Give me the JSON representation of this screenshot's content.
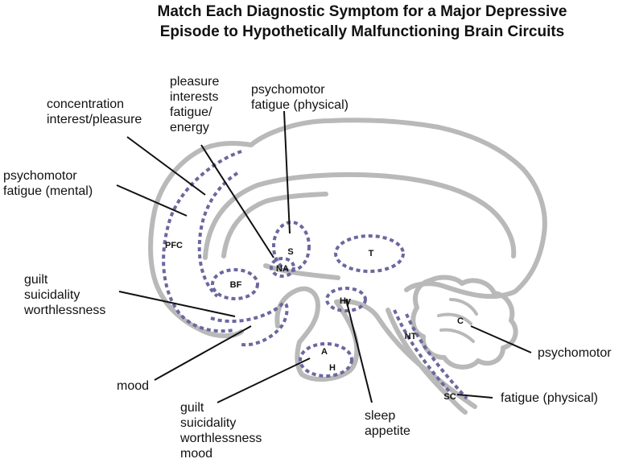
{
  "title_lines": [
    "Match Each Diagnostic Symptom for a Major Depressive",
    "Episode to Hypothetically Malfunctioning Brain Circuits"
  ],
  "regions": {
    "pfc": "PFC",
    "s": "S",
    "na": "NA",
    "t": "T",
    "bf": "BF",
    "hy": "Hy",
    "a": "A",
    "h": "H",
    "nt": "NT",
    "c": "C",
    "sc": "SC"
  },
  "labels": {
    "pleasure_top": [
      "pleasure",
      "interests",
      "fatigue/",
      "energy"
    ],
    "psychomotor_top": [
      "psychomotor",
      "fatigue (physical)"
    ],
    "concentration": [
      "concentration",
      "interest/pleasure"
    ],
    "psychomotor_left": [
      "psychomotor",
      "fatigue (mental)"
    ],
    "guilt_left": [
      "guilt",
      "suicidality",
      "worthlessness"
    ],
    "mood_left": [
      "mood"
    ],
    "guilt_bottom": [
      "guilt",
      "suicidality",
      "worthlessness",
      "mood"
    ],
    "sleep": [
      "sleep",
      "appetite"
    ],
    "psychomotor_right": [
      "psychomotor"
    ],
    "fatigue_right": [
      "fatigue (physical)"
    ]
  },
  "colors": {
    "outline": "#b9b9b9",
    "region": "#6b689e",
    "text": "#111111"
  }
}
